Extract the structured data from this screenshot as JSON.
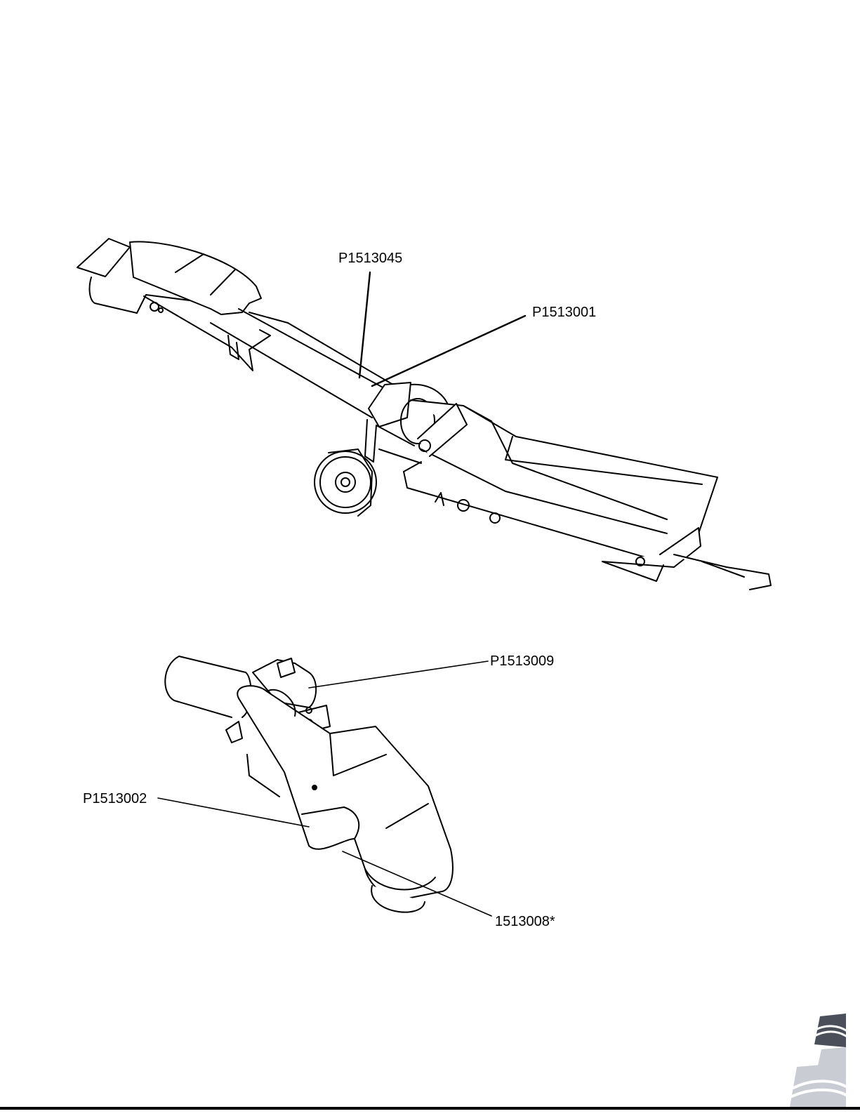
{
  "figures": {
    "conveyor": {
      "callouts": [
        {
          "id": "callout-1",
          "label": "P1513045"
        },
        {
          "id": "callout-2",
          "label": "P1513001"
        }
      ]
    },
    "drive": {
      "callouts": [
        {
          "id": "callout-1",
          "label": "P1513009"
        },
        {
          "id": "callout-2",
          "label": "P1513002"
        },
        {
          "id": "callout-3",
          "label": "1513008*"
        }
      ]
    }
  },
  "colors": {
    "line": "#000000",
    "logo_dark": "#4a4f5a",
    "logo_light": "#c9ccd2"
  }
}
